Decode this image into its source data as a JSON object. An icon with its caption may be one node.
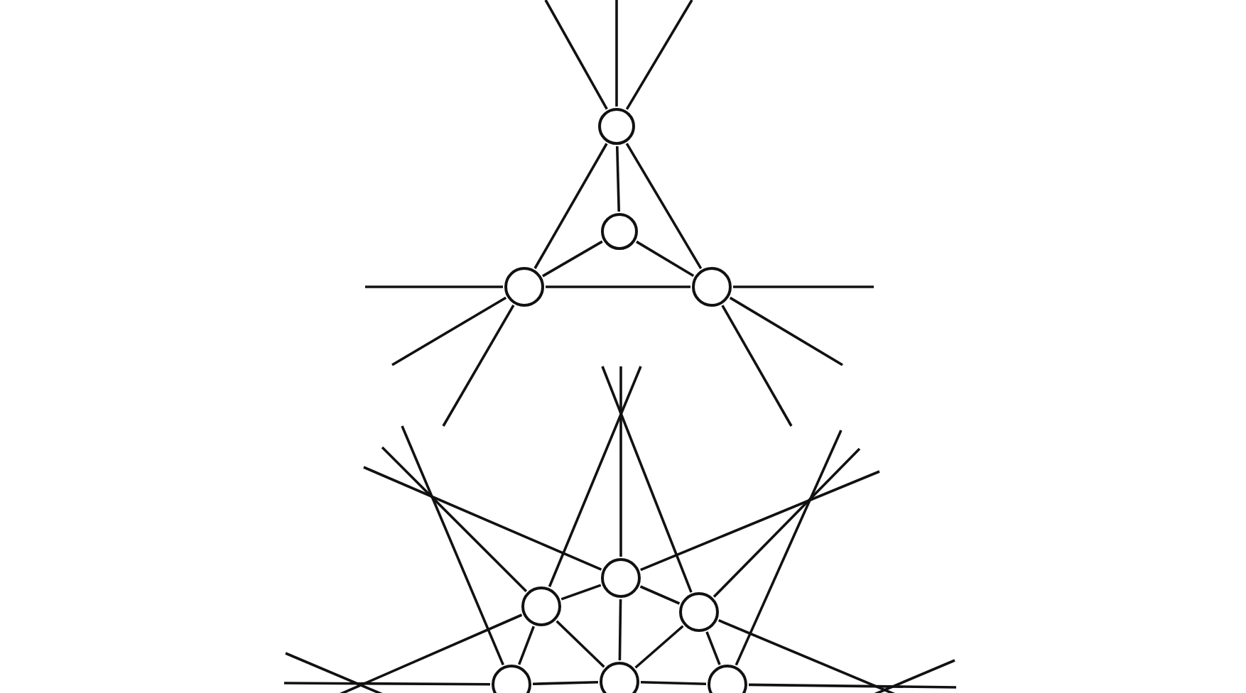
{
  "diagram": {
    "nodes": [
      {
        "text": [],
        "shape": "circle"
      },
      {
        "text": [],
        "shape": "circle"
      },
      {
        "text": [],
        "shape": "circle"
      },
      {
        "text": [],
        "shape": "circle"
      },
      {
        "text": [],
        "shape": "circle"
      },
      {
        "text": [],
        "shape": "circle"
      },
      {
        "text": [],
        "shape": "circle"
      },
      {
        "text": [],
        "shape": "circle"
      },
      {
        "text": [],
        "shape": "circle"
      },
      {
        "text": [],
        "shape": "circle"
      }
    ],
    "edges": [
      {
        "from": 0,
        "to": null,
        "arrow": "none"
      },
      {
        "from": 0,
        "to": null,
        "arrow": "none"
      },
      {
        "from": 0,
        "to": null,
        "arrow": "none"
      },
      {
        "from": 0,
        "to": 1,
        "arrow": "none"
      },
      {
        "from": 0,
        "to": 2,
        "arrow": "none"
      },
      {
        "from": 0,
        "to": 3,
        "arrow": "none"
      },
      {
        "from": 1,
        "to": 2,
        "arrow": "none"
      },
      {
        "from": 1,
        "to": 3,
        "arrow": "none"
      },
      {
        "from": 2,
        "to": 3,
        "arrow": "none"
      },
      {
        "from": 2,
        "to": null,
        "arrow": "none"
      },
      {
        "from": 2,
        "to": null,
        "arrow": "none"
      },
      {
        "from": 2,
        "to": null,
        "arrow": "none"
      },
      {
        "from": 3,
        "to": null,
        "arrow": "none"
      },
      {
        "from": 3,
        "to": null,
        "arrow": "none"
      },
      {
        "from": 3,
        "to": null,
        "arrow": "none"
      },
      {
        "from": 4,
        "to": null,
        "arrow": "none"
      },
      {
        "from": 5,
        "to": null,
        "arrow": "none"
      },
      {
        "from": 6,
        "to": null,
        "arrow": "none"
      },
      {
        "from": 4,
        "to": null,
        "arrow": "none"
      },
      {
        "from": 5,
        "to": null,
        "arrow": "none"
      },
      {
        "from": 7,
        "to": null,
        "arrow": "none"
      },
      {
        "from": 4,
        "to": null,
        "arrow": "none"
      },
      {
        "from": 6,
        "to": null,
        "arrow": "none"
      },
      {
        "from": 9,
        "to": null,
        "arrow": "none"
      },
      {
        "from": 5,
        "to": null,
        "arrow": "none"
      },
      {
        "from": 7,
        "to": null,
        "arrow": "none"
      },
      {
        "from": 9,
        "to": null,
        "arrow": "none"
      },
      {
        "from": 6,
        "to": null,
        "arrow": "none"
      },
      {
        "from": 4,
        "to": 5,
        "arrow": "none"
      },
      {
        "from": 4,
        "to": 6,
        "arrow": "none"
      },
      {
        "from": 4,
        "to": 8,
        "arrow": "none"
      },
      {
        "from": 5,
        "to": 7,
        "arrow": "none"
      },
      {
        "from": 5,
        "to": 8,
        "arrow": "none"
      },
      {
        "from": 6,
        "to": 8,
        "arrow": "none"
      },
      {
        "from": 6,
        "to": 9,
        "arrow": "none"
      },
      {
        "from": 7,
        "to": 8,
        "arrow": "none"
      },
      {
        "from": 8,
        "to": 9,
        "arrow": "none"
      }
    ]
  }
}
